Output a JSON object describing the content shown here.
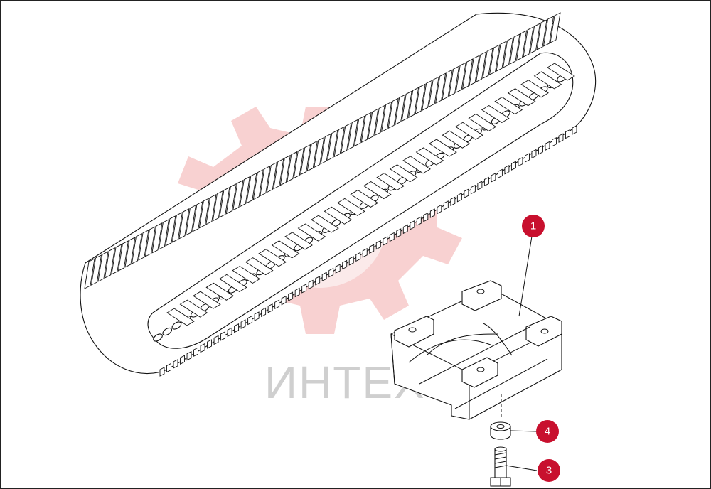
{
  "watermark": {
    "text": "ИНТЕХ",
    "gear_color": "#f7c9c9",
    "text_color": "#cfcfcf"
  },
  "callouts": [
    {
      "id": "callout-1",
      "label": "1"
    },
    {
      "id": "callout-4",
      "label": "4"
    },
    {
      "id": "callout-3",
      "label": "3"
    }
  ],
  "colors": {
    "badge": "#c8102e",
    "line": "#111111",
    "background": "#ffffff"
  }
}
